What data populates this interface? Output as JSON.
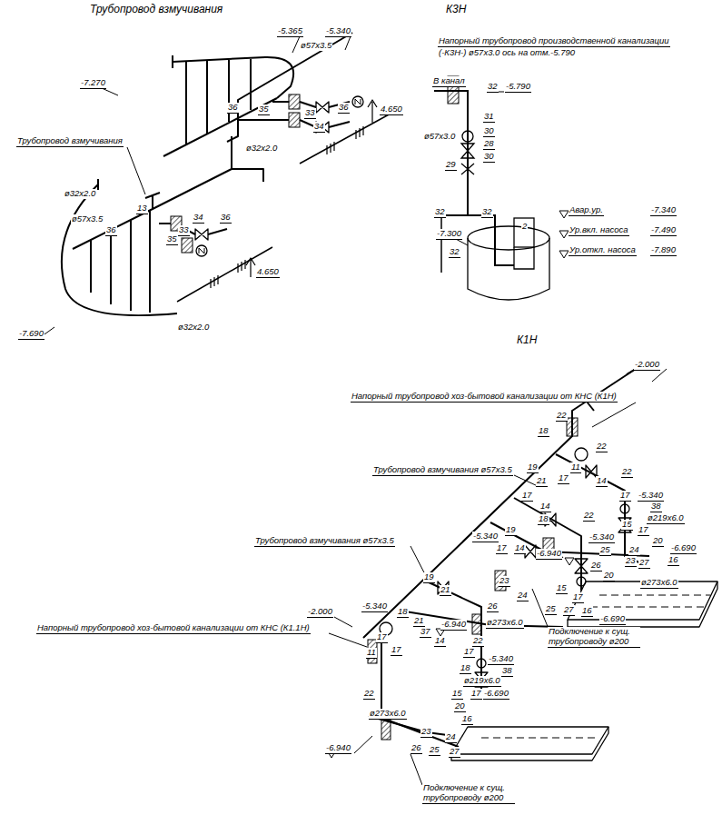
{
  "diagram": {
    "labels": [
      "Трубопровод взмучивания",
      "К3Н",
      "К1Н",
      "-5.365",
      "-5.340",
      "ø57x3.5",
      "-7.270",
      "36",
      "35",
      "33",
      "36",
      "34",
      "4.650",
      "ø32x2.0",
      "Трубопровод взмучивания",
      "13",
      "ø32x2.0",
      "ø57x3.5",
      "36",
      "35",
      "34",
      "33",
      "36",
      "4.650",
      "-7.690",
      "ø32x2.0",
      "Напорный трубопровод производственной канализации",
      "(-К3Н-) ø57x3.0 ось на отм.-5.790",
      "В канал",
      "32",
      "-5.790",
      "31",
      "ø57x3.0",
      "30",
      "28",
      "30",
      "29",
      "32",
      "32",
      "-7.300",
      "2",
      "32",
      "Авар.ур.",
      "-7.340",
      "Ур.вкл. насоса",
      "-7.490",
      "Ур.откл. насоса",
      "-7.890",
      "-2.000",
      "Напорный трубопровод хоз-бытовой канализации от КНС (К1Н)",
      "22",
      "18",
      "22",
      "Трубопровод взмучивания ø57x3.5",
      "11",
      "17",
      "19",
      "21",
      "14",
      "22",
      "17",
      "-5.340",
      "38",
      "ø219x6.0",
      "17",
      "14",
      "18",
      "22",
      "19",
      "17",
      "14",
      "-5.340",
      "-6.940",
      "-5.340",
      "15",
      "25",
      "17",
      "20",
      "-6.690",
      "16",
      "24",
      "26",
      "23",
      "27",
      "ø273x6.0",
      "15",
      "17",
      "20",
      "16",
      "-6.690",
      "23",
      "24",
      "26",
      "25",
      "27",
      "ø273x6.0",
      "Подключение к сущ. трубопроводу ø200",
      "Трубопровод взмучивания ø57x3.5",
      "19",
      "21",
      "-5.340",
      "18",
      "21",
      "37",
      "-6.940",
      "14",
      "22",
      "17",
      "11",
      "17",
      "17",
      "-5.340",
      "38",
      "18",
      "ø219x6.0",
      "15",
      "17",
      "-6.690",
      "20",
      "16",
      "22",
      "-2.000",
      "Напорный трубопровод хоз-бытовой канализации от КНС (К1.1Н)",
      "ø273x6.0",
      "23",
      "24",
      "26",
      "25",
      "27",
      "-6.940",
      "Подключение к сущ. трубопроводу ø200"
    ]
  }
}
